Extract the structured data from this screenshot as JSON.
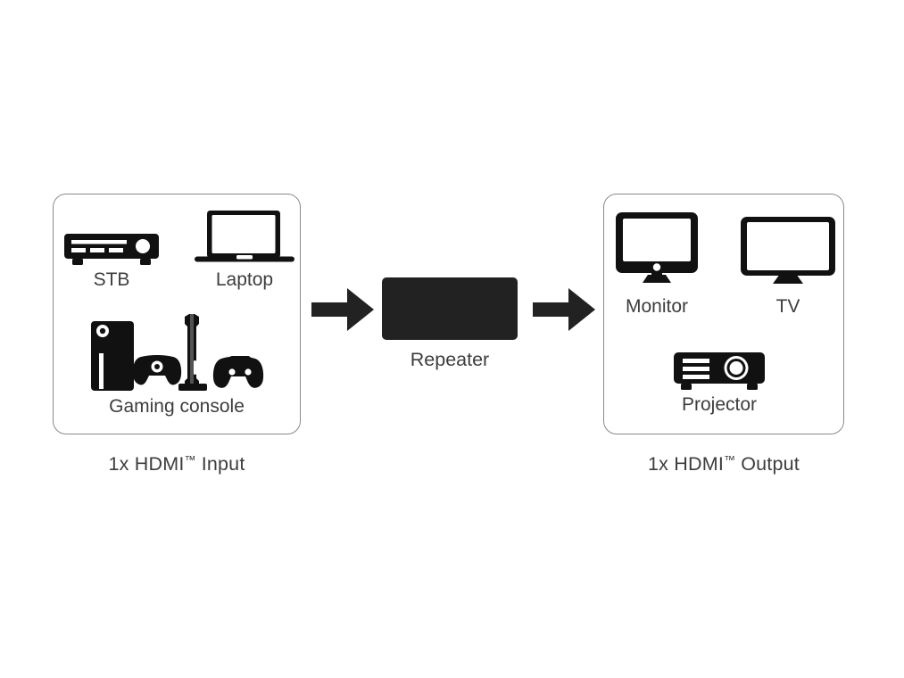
{
  "diagram": {
    "title": "HDMI Repeater signal flow diagram",
    "background_color": "#ffffff",
    "icon_color": "#111111",
    "label_color": "#3d3d3d",
    "box_border_color": "#8a8a8a",
    "repeater_color": "#222222"
  },
  "input_group": {
    "caption_prefix": "1x HDMI",
    "caption_tm": "™",
    "caption_suffix": " Input",
    "devices": [
      {
        "label": "STB",
        "icon": "set-top-box-icon"
      },
      {
        "label": "Laptop",
        "icon": "laptop-icon"
      },
      {
        "label": "Gaming console",
        "icon": "gaming-console-icon"
      }
    ]
  },
  "repeater": {
    "label": "Repeater"
  },
  "arrows": [
    {
      "name": "input-to-repeater",
      "direction": "right"
    },
    {
      "name": "repeater-to-output",
      "direction": "right"
    }
  ],
  "output_group": {
    "caption_prefix": "1x HDMI",
    "caption_tm": "™",
    "caption_suffix": " Output",
    "devices": [
      {
        "label": "Monitor",
        "icon": "monitor-icon"
      },
      {
        "label": "TV",
        "icon": "tv-icon"
      },
      {
        "label": "Projector",
        "icon": "projector-icon"
      }
    ]
  }
}
